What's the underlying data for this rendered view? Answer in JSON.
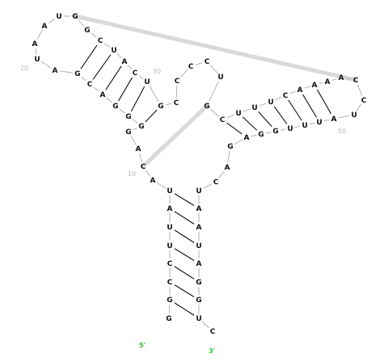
{
  "structure": {
    "bases": [
      {
        "id": 1,
        "letter": "G"
      },
      {
        "id": 2,
        "letter": "G"
      },
      {
        "id": 3,
        "letter": "C"
      },
      {
        "id": 4,
        "letter": "C"
      },
      {
        "id": 5,
        "letter": "U"
      },
      {
        "id": 6,
        "letter": "U"
      },
      {
        "id": 7,
        "letter": "A"
      },
      {
        "id": 8,
        "letter": "U"
      },
      {
        "id": 9,
        "letter": "A"
      },
      {
        "id": 10,
        "letter": "C"
      },
      {
        "id": 11,
        "letter": "A"
      },
      {
        "id": 12,
        "letter": "G"
      },
      {
        "id": 13,
        "letter": "G"
      },
      {
        "id": 14,
        "letter": "G"
      },
      {
        "id": 15,
        "letter": "G"
      },
      {
        "id": 16,
        "letter": "A"
      },
      {
        "id": 17,
        "letter": "C"
      },
      {
        "id": 18,
        "letter": "G"
      },
      {
        "id": 19,
        "letter": "A"
      },
      {
        "id": 20,
        "letter": "U"
      },
      {
        "id": 21,
        "letter": "A"
      },
      {
        "id": 22,
        "letter": "A"
      },
      {
        "id": 23,
        "letter": "U"
      },
      {
        "id": 24,
        "letter": "G"
      },
      {
        "id": 25,
        "letter": "G"
      },
      {
        "id": 26,
        "letter": "C"
      },
      {
        "id": 27,
        "letter": "U"
      },
      {
        "id": 28,
        "letter": "A"
      },
      {
        "id": 29,
        "letter": "C"
      },
      {
        "id": 30,
        "letter": "U"
      },
      {
        "id": 31,
        "letter": "G"
      },
      {
        "id": 32,
        "letter": "C"
      },
      {
        "id": 33,
        "letter": "C"
      },
      {
        "id": 34,
        "letter": "C"
      },
      {
        "id": 35,
        "letter": "C"
      },
      {
        "id": 36,
        "letter": "U"
      },
      {
        "id": 37,
        "letter": "G"
      },
      {
        "id": 38,
        "letter": "C"
      },
      {
        "id": 39,
        "letter": "U"
      },
      {
        "id": 40,
        "letter": "U"
      },
      {
        "id": 41,
        "letter": "U"
      },
      {
        "id": 42,
        "letter": "C"
      },
      {
        "id": 43,
        "letter": "A"
      },
      {
        "id": 44,
        "letter": "A"
      },
      {
        "id": 45,
        "letter": "A"
      },
      {
        "id": 46,
        "letter": "A"
      },
      {
        "id": 47,
        "letter": "C"
      },
      {
        "id": 48,
        "letter": "C"
      },
      {
        "id": 49,
        "letter": "U"
      },
      {
        "id": 50,
        "letter": "A"
      },
      {
        "id": 51,
        "letter": "U"
      },
      {
        "id": 52,
        "letter": "U"
      },
      {
        "id": 53,
        "letter": "U"
      },
      {
        "id": 54,
        "letter": "G"
      },
      {
        "id": 55,
        "letter": "G"
      },
      {
        "id": 56,
        "letter": "A"
      },
      {
        "id": 57,
        "letter": "G"
      },
      {
        "id": 58,
        "letter": "A"
      },
      {
        "id": 59,
        "letter": "C"
      },
      {
        "id": 60,
        "letter": "U"
      },
      {
        "id": 61,
        "letter": "A"
      },
      {
        "id": 62,
        "letter": "A"
      },
      {
        "id": 63,
        "letter": "U"
      },
      {
        "id": 64,
        "letter": "A"
      },
      {
        "id": 65,
        "letter": "G"
      },
      {
        "id": 66,
        "letter": "G"
      },
      {
        "id": 67,
        "letter": "U"
      },
      {
        "id": 68,
        "letter": "C"
      }
    ],
    "pairs": [
      [
        2,
        67
      ],
      [
        3,
        66
      ],
      [
        4,
        65
      ],
      [
        5,
        64
      ],
      [
        6,
        63
      ],
      [
        7,
        62
      ],
      [
        8,
        61
      ],
      [
        9,
        60
      ],
      [
        14,
        31
      ],
      [
        15,
        30
      ],
      [
        16,
        29
      ],
      [
        17,
        28
      ],
      [
        18,
        27
      ],
      [
        19,
        26
      ],
      [
        38,
        55
      ],
      [
        39,
        54
      ],
      [
        40,
        53
      ],
      [
        41,
        52
      ],
      [
        42,
        51
      ],
      [
        43,
        50
      ],
      [
        44,
        49
      ]
    ],
    "pseudoknots": [
      [
        24,
        48
      ],
      [
        10,
        37
      ]
    ],
    "number_labels": [
      {
        "text": "10",
        "base": 10
      },
      {
        "text": "20",
        "base": 20
      },
      {
        "text": "30",
        "base": 30
      },
      {
        "text": "50",
        "base": 50
      }
    ],
    "five_prime": "5'",
    "three_prime": "3'",
    "colors": {
      "backbone": "#aaaaaa",
      "pair": "#111111",
      "pseudoknot": "#d9d9d9",
      "terminal": "#22c422",
      "number": "#b8b8b8"
    }
  }
}
